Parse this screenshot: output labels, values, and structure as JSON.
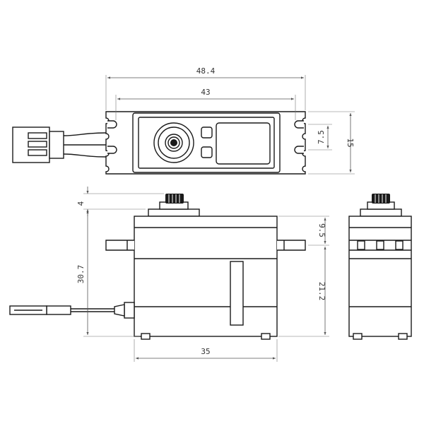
{
  "drawing": {
    "top_view": {
      "overall_width": "48.4",
      "mount_hole_spacing": "43",
      "body_depth": "15",
      "label_height": "7.5"
    },
    "front_view": {
      "horn_height": "4",
      "body_height": "30.7",
      "flange_to_top": "9.5",
      "flange_to_bottom": "21.2",
      "body_width": "35"
    }
  }
}
